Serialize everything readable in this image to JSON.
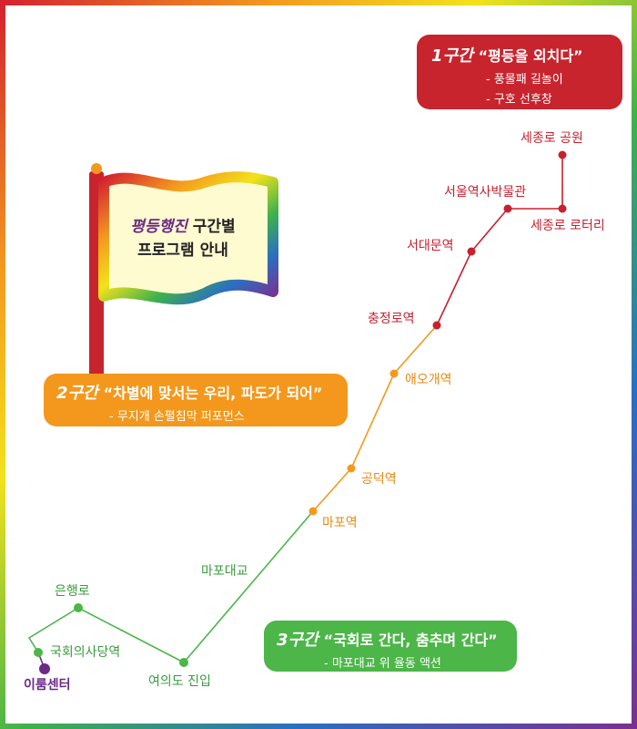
{
  "flag": {
    "brand": "평등행진",
    "line1_rest": "구간별",
    "line2": "프로그램 안내"
  },
  "sections": [
    {
      "number": "1구간",
      "title": "“평등을 외치다”",
      "items": [
        "- 풍물패 길놀이",
        "- 구호 선후창"
      ],
      "color": "#c8242e"
    },
    {
      "number": "2구간",
      "title": "“차별에 맞서는 우리, 파도가 되어”",
      "items": [
        "- 무지개 손펼침막 퍼포먼스"
      ],
      "color": "#f3981c"
    },
    {
      "number": "3구간",
      "title": "“국회로 간다, 춤추며 간다”",
      "items": [
        "- 마포대교 위 율동 액션"
      ],
      "color": "#4cb648"
    }
  ],
  "stops": [
    "이룸센터",
    "국회의사당역",
    "은행로",
    "여의도 진입",
    "마포대교",
    "마포역",
    "공덕역",
    "애오개역",
    "충정로역",
    "서대문역",
    "서울역사박물관",
    "세종로 로터리",
    "세종로 공원"
  ],
  "colors": {
    "section1": "#c8202e",
    "section2": "#f39a1e",
    "section3": "#4cb648",
    "start": "#6b2a86"
  }
}
